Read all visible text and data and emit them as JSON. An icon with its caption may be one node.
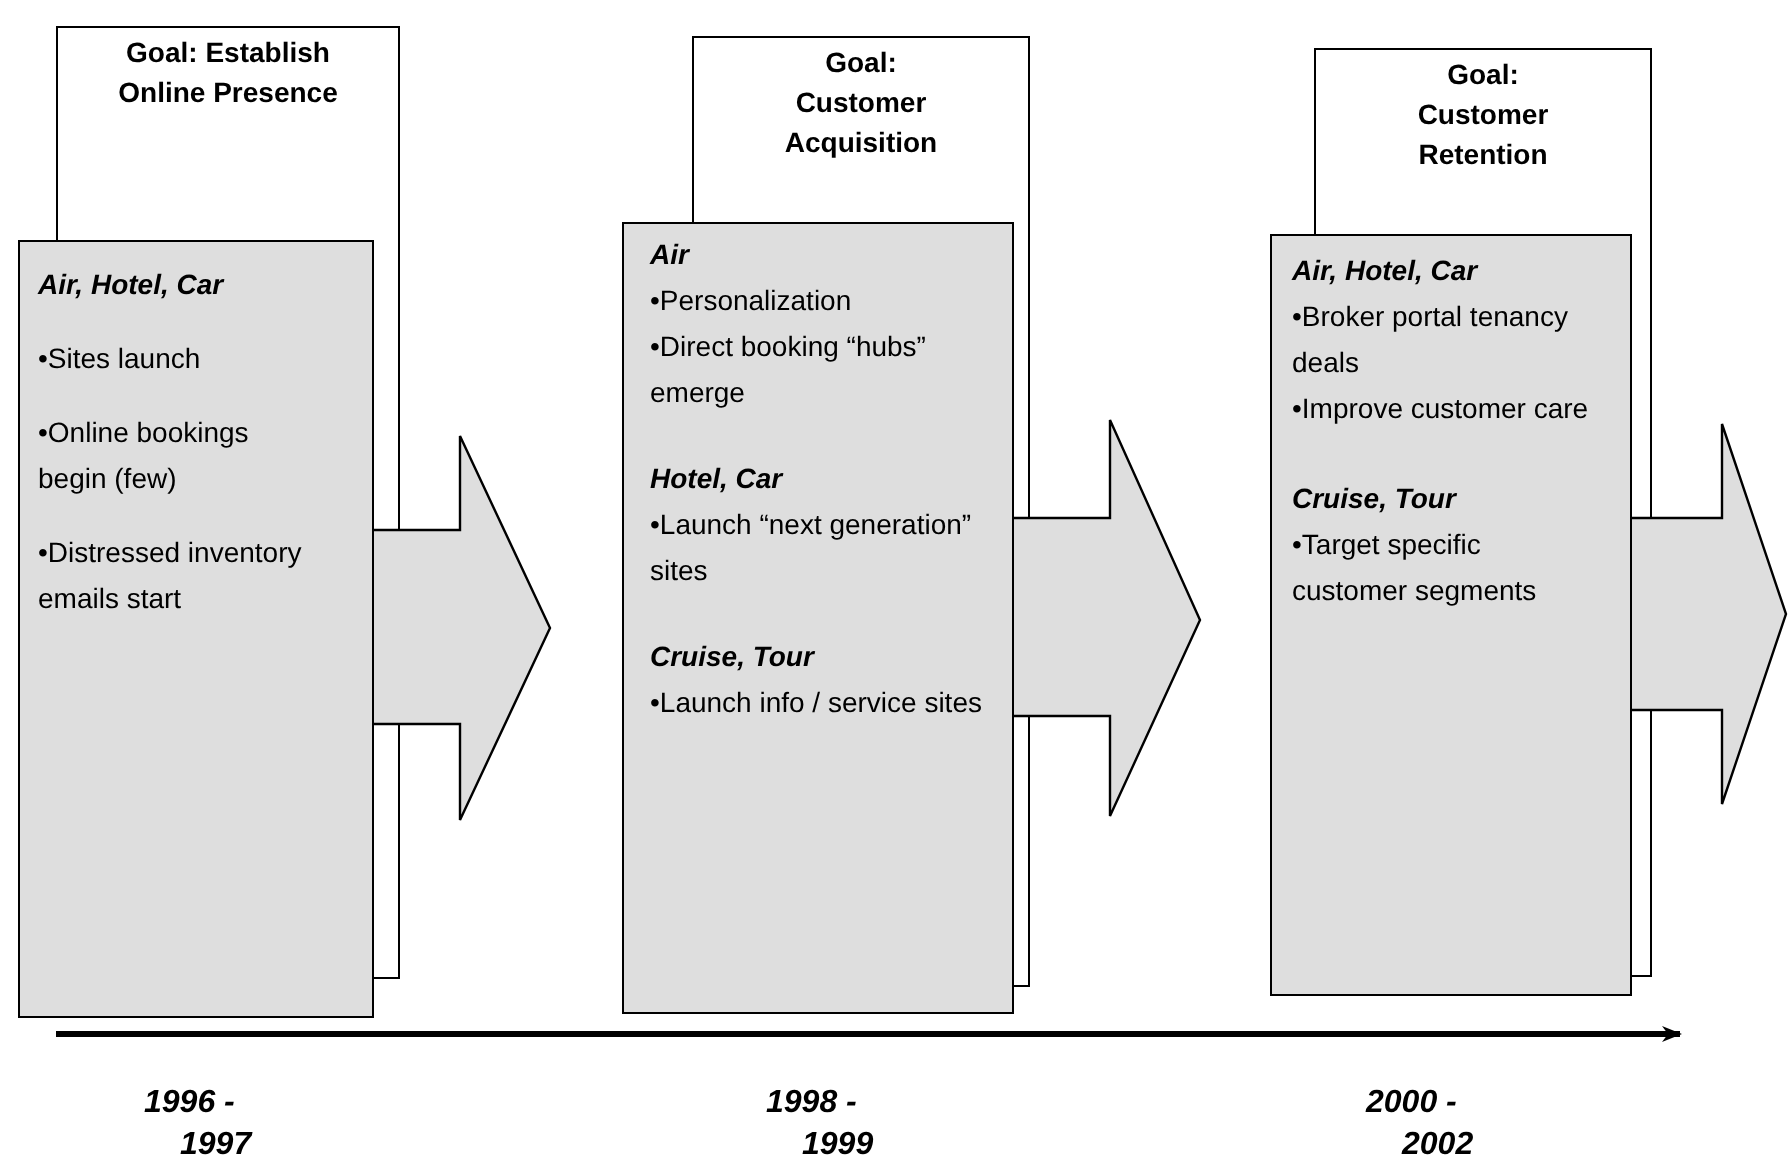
{
  "diagram": {
    "nodes": [
      {
        "text": [
          "Goal: Establish Online Presence"
        ]
      },
      {
        "text": [
          "Air, Hotel, Car",
          "•Sites launch",
          "•Online bookings begin (few)",
          "•Distressed inventory emails start"
        ]
      },
      {
        "text": [
          "Goal: Customer Acquisition"
        ]
      },
      {
        "text": [
          "Air",
          "•Personalization",
          "•Direct booking “hubs” emerge",
          "Hotel, Car",
          "•Launch “next generation” sites",
          "Cruise, Tour",
          "•Launch info / service sites"
        ]
      },
      {
        "text": [
          "Goal: Customer Retention"
        ]
      },
      {
        "text": [
          "Air, Hotel, Car",
          "•Broker portal tenancy deals",
          "•Improve customer care",
          "Cruise, Tour",
          "•Target specific customer segments"
        ]
      }
    ],
    "edges": [
      {
        "from": 1,
        "to": null,
        "arrow": "to"
      },
      {
        "from": 3,
        "to": null,
        "arrow": "to"
      },
      {
        "from": 5,
        "to": null,
        "arrow": "to"
      }
    ],
    "labels": [
      "1996 - 1997",
      "1998 - 1999",
      "2000 - 2002"
    ]
  }
}
